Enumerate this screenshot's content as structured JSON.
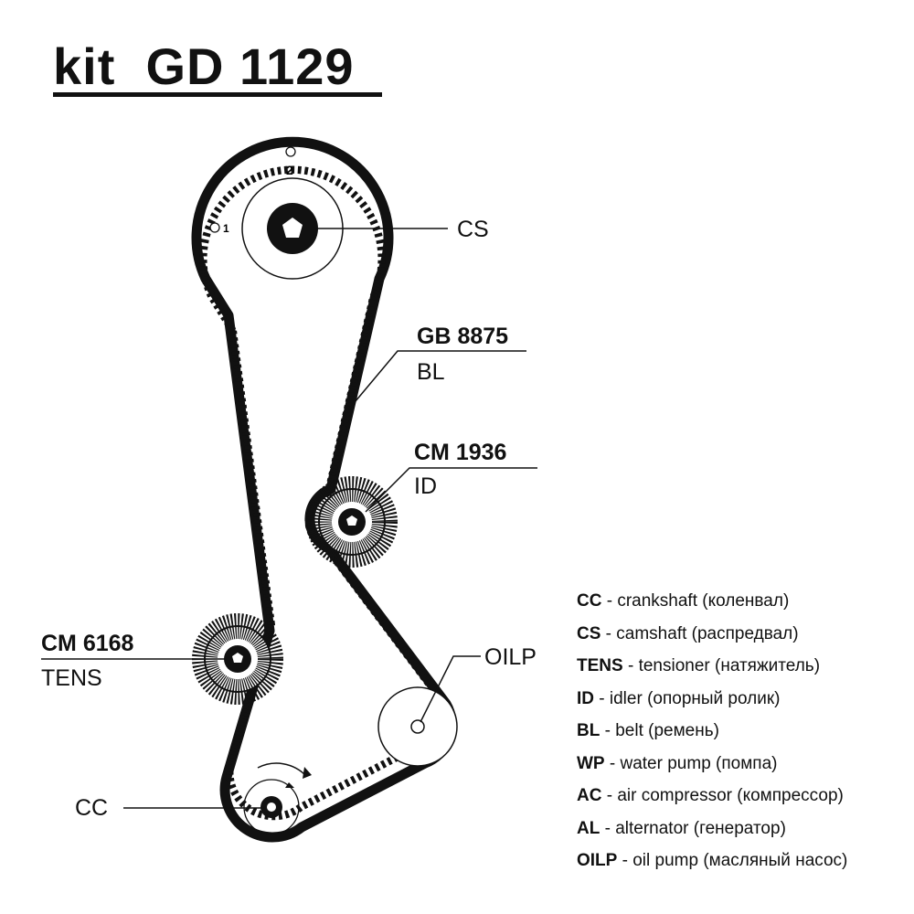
{
  "title": "kit  GD 1129",
  "labels": {
    "cs": "CS",
    "belt_code": "GB 8875",
    "belt_type": "BL",
    "idler_code": "CM 1936",
    "idler_type": "ID",
    "tens_code": "CM 6168",
    "tens_type": "TENS",
    "oilp": "OILP",
    "cc": "CC",
    "mark_1": "1",
    "mark_2": "2"
  },
  "legend": [
    {
      "abbr": "CC",
      "desc": " - crankshaft (коленвал)"
    },
    {
      "abbr": "CS",
      "desc": " - camshaft (распредвал)"
    },
    {
      "abbr": "TENS",
      "desc": " - tensioner (натяжитель)"
    },
    {
      "abbr": "ID",
      "desc": " - idler (опорный ролик)"
    },
    {
      "abbr": "BL",
      "desc": " - belt (ремень)"
    },
    {
      "abbr": "WP",
      "desc": " - water pump (помпа)"
    },
    {
      "abbr": "AC",
      "desc": " - air compressor (компрессор)"
    },
    {
      "abbr": "AL",
      "desc": " - alternator (генератор)"
    },
    {
      "abbr": "OILP",
      "desc": " - oil pump (масляный насос)"
    }
  ],
  "colors": {
    "ink": "#111111",
    "paper": "#ffffff"
  }
}
